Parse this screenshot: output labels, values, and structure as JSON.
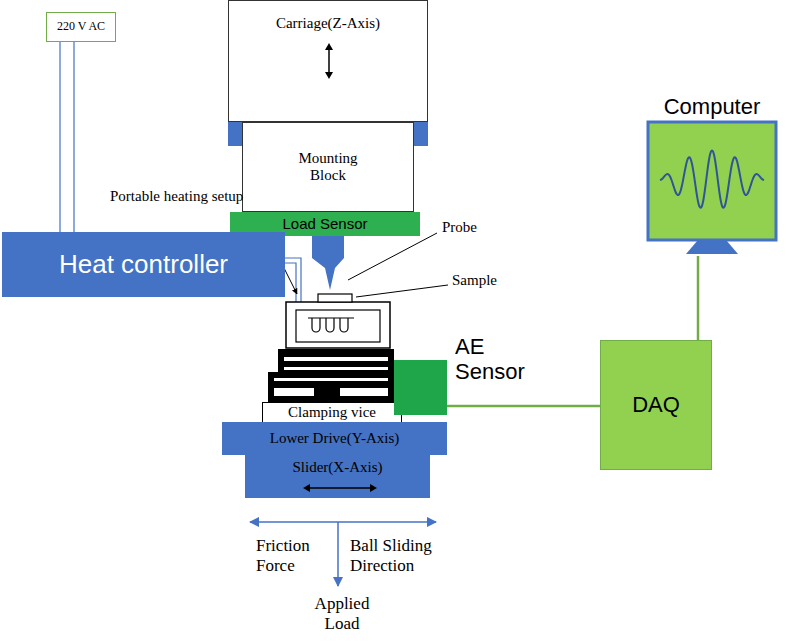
{
  "diagram": {
    "nodes": [
      {
        "text": [
          "Carriage(Z-Axis)"
        ]
      },
      {
        "text": [
          "220 V AC"
        ]
      },
      {
        "text": [
          "Mounting Block"
        ]
      },
      {
        "text": [
          "Load Sensor"
        ]
      },
      {
        "text": [
          "Heat controller"
        ]
      },
      {
        "text": [
          "Computer"
        ]
      },
      {
        "text": [
          "Clamping vice"
        ]
      },
      {
        "text": [
          "AE Sensor"
        ]
      },
      {
        "text": [
          "DAQ"
        ]
      },
      {
        "text": [
          "Lower Drive(Y-Axis)"
        ]
      },
      {
        "text": [
          "Slider(X-Axis)"
        ]
      }
    ],
    "edges": [
      {
        "from": 1,
        "to": 4,
        "arrow": "none"
      },
      {
        "from": 7,
        "to": 8,
        "arrow": "none"
      },
      {
        "from": 8,
        "to": 5,
        "arrow": "none"
      }
    ],
    "labels": [
      "Portable heating setup",
      "Probe",
      "Sample",
      "Friction Force",
      "Ball Sliding Direction",
      "Applied Load"
    ]
  }
}
